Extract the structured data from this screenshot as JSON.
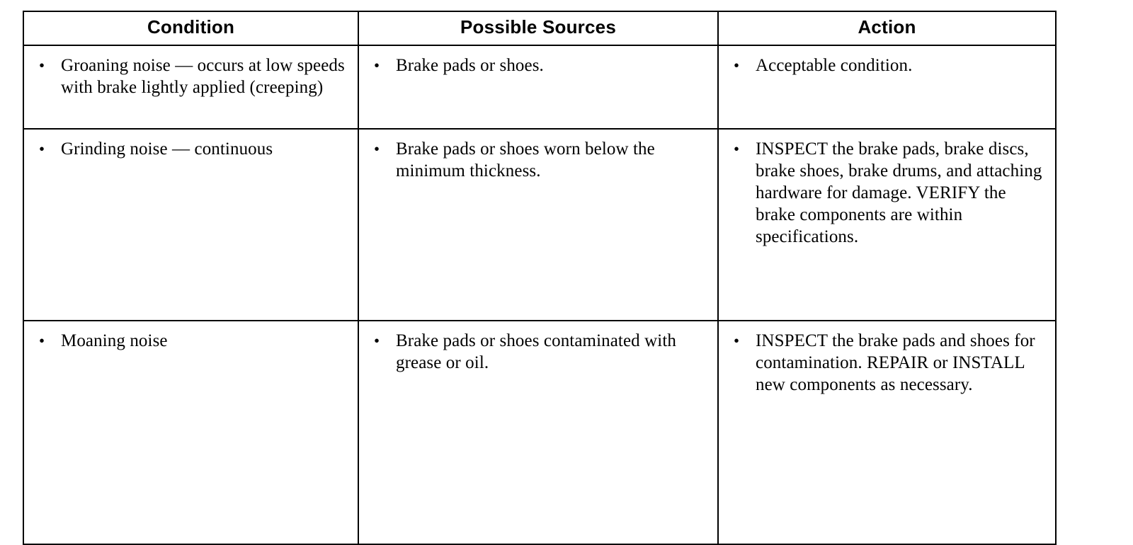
{
  "table": {
    "name": "brake-noise-diagnostic-table",
    "columns": [
      {
        "key": "condition",
        "label": "Condition"
      },
      {
        "key": "sources",
        "label": "Possible Sources"
      },
      {
        "key": "action",
        "label": "Action"
      }
    ],
    "bullet_glyph": "•",
    "rows": [
      {
        "condition": "Groaning noise — occurs at low speeds with brake lightly applied (creeping)",
        "sources": "Brake pads or shoes.",
        "action": "Acceptable condition."
      },
      {
        "condition": "Grinding noise — continuous",
        "sources": "Brake pads or shoes worn below the minimum thickness.",
        "action": "INSPECT the brake pads, brake discs, brake shoes, brake drums, and attaching hardware for damage. VERIFY the brake components are within specifications."
      },
      {
        "condition": "Moaning noise",
        "sources": "Brake pads or shoes contaminated with grease or oil.",
        "action": "INSPECT the brake pads and shoes for contamination. REPAIR or INSTALL new components as necessary."
      }
    ]
  },
  "style": {
    "border_color": "#000000",
    "text_color": "#000000",
    "background_color": "#ffffff"
  }
}
